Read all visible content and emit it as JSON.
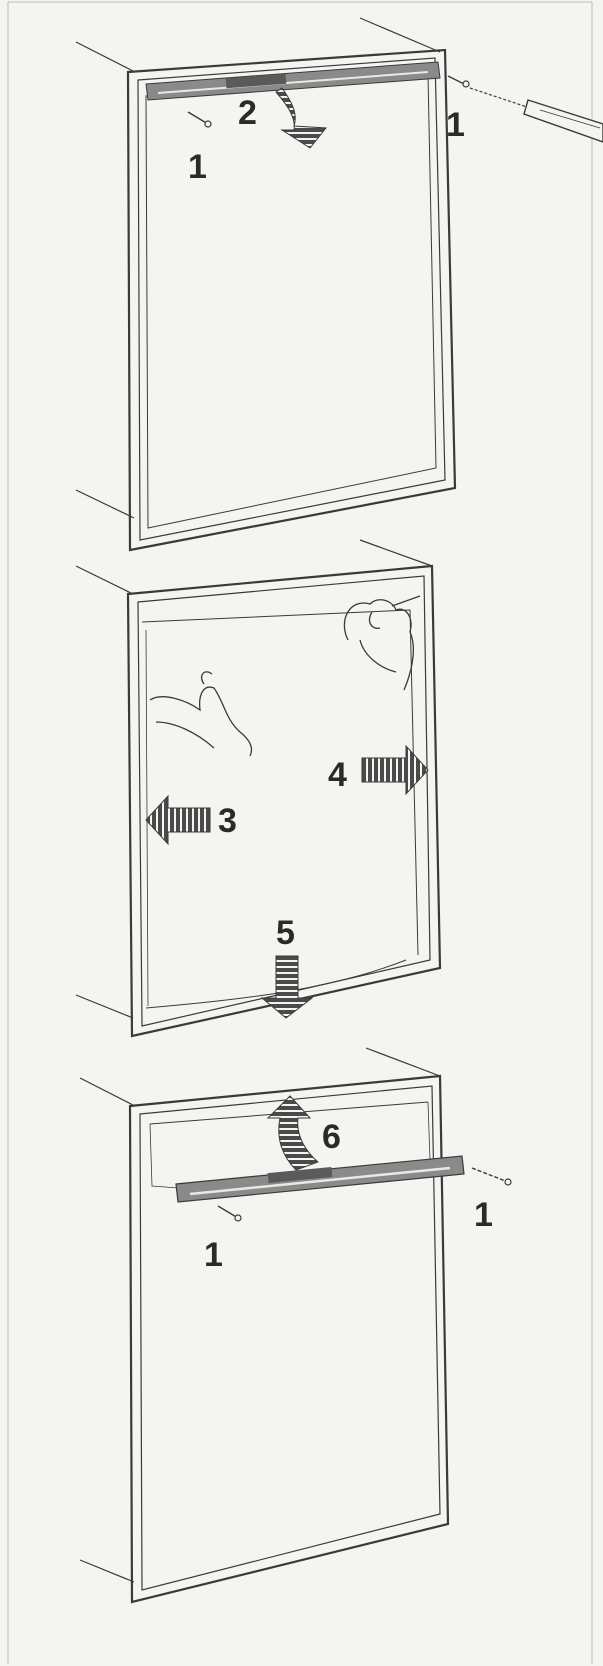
{
  "diagram": {
    "colors": {
      "background": "#f4f4f1",
      "line": "#3a3a3a",
      "rail": "#7a7a7a",
      "arrow": "#4a4a4a",
      "text": "#2a2a2a"
    },
    "panels": [
      {
        "id": "step-a",
        "callouts": [
          {
            "id": "a-1-left",
            "text": "1"
          },
          {
            "id": "a-2",
            "text": "2"
          },
          {
            "id": "a-1-right",
            "text": "1"
          }
        ],
        "icons": [
          "door-panel-icon",
          "top-rail-icon",
          "screw-icon",
          "screwdriver-icon",
          "curved-arrow-icon"
        ]
      },
      {
        "id": "step-b",
        "callouts": [
          {
            "id": "b-3",
            "text": "3"
          },
          {
            "id": "b-4",
            "text": "4"
          },
          {
            "id": "b-5",
            "text": "5"
          }
        ],
        "icons": [
          "door-panel-icon",
          "hand-icon",
          "left-arrow-icon",
          "right-arrow-icon",
          "down-arrow-icon"
        ]
      },
      {
        "id": "step-c",
        "callouts": [
          {
            "id": "c-6",
            "text": "6"
          },
          {
            "id": "c-1-left",
            "text": "1"
          },
          {
            "id": "c-1-right",
            "text": "1"
          }
        ],
        "icons": [
          "door-panel-icon",
          "rail-bar-icon",
          "screw-icon",
          "curved-arrow-icon"
        ]
      }
    ]
  }
}
